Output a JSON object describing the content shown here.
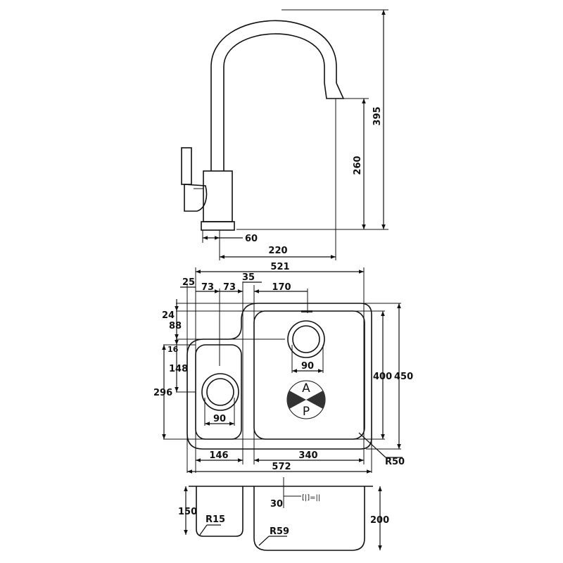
{
  "faucet": {
    "height_total": "395",
    "spout_height": "260",
    "base_width": "60",
    "reach": "220"
  },
  "plan": {
    "overall_width_top": "521",
    "offset_25": "25",
    "offset_73a": "73",
    "offset_73b": "73",
    "gap_35": "35",
    "drain_offset_170": "170",
    "top_24": "24",
    "top_88": "88",
    "top_16": "16",
    "small_148": "148",
    "small_296": "296",
    "drain_large_90": "90",
    "drain_small_90": "90",
    "inner_400": "400",
    "outer_450": "450",
    "radius_r50": "R50",
    "small_bowl_146": "146",
    "large_bowl_340": "340",
    "overall_572": "572",
    "logo_letter_top": "A",
    "logo_letter_bottom": "P"
  },
  "section": {
    "small_depth_150": "150",
    "radius_r15": "R15",
    "overflow_30": "30",
    "radius_r59": "R59",
    "large_depth_200": "200"
  }
}
